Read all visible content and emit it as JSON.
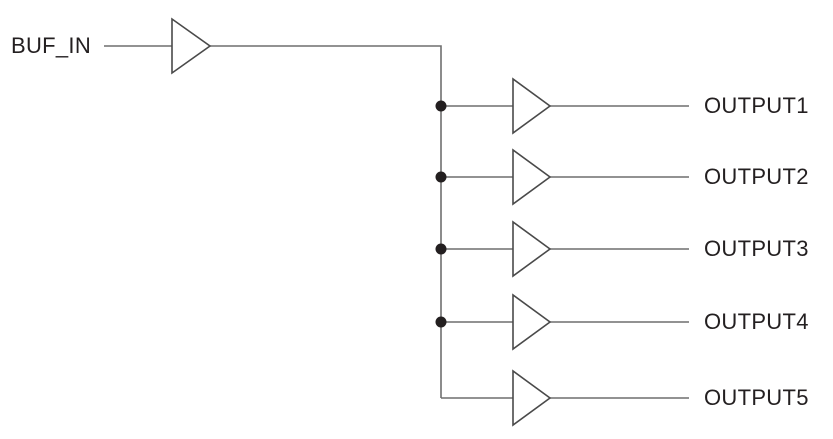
{
  "diagram": {
    "input": {
      "label": "BUF_IN"
    },
    "outputs": [
      {
        "label": "OUTPUT1"
      },
      {
        "label": "OUTPUT2"
      },
      {
        "label": "OUTPUT3"
      },
      {
        "label": "OUTPUT4"
      },
      {
        "label": "OUTPUT5"
      }
    ],
    "colors": {
      "background": "#ffffff",
      "wire": "#6f6f6f",
      "outline": "#4a4a4a",
      "dot": "#231f20",
      "text": "#231f20"
    }
  }
}
